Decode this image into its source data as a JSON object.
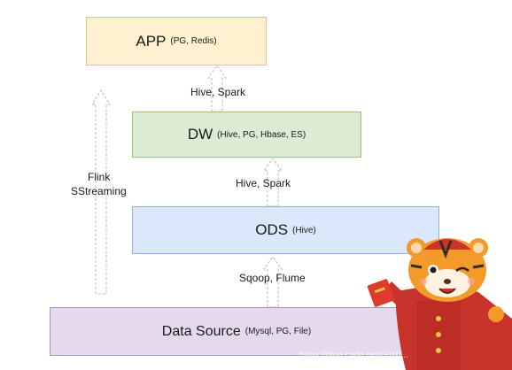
{
  "layers": {
    "app": {
      "name": "APP",
      "tech": "(PG, Redis)"
    },
    "dw": {
      "name": "DW",
      "tech": "(Hive, PG, Hbase, ES)"
    },
    "ods": {
      "name": "ODS",
      "tech": "(Hive)"
    },
    "source": {
      "name": "Data Source",
      "tech": "(Mysql, PG, File)"
    }
  },
  "flows": {
    "dw_to_app": "Hive, Spark",
    "ods_to_dw": "Hive, Spark",
    "source_to_ods": "Sqoop, Flume",
    "stream_line1": "Flink",
    "stream_line2": "SStreaming"
  },
  "watermark": "https://blog.csdn.net/u010..."
}
